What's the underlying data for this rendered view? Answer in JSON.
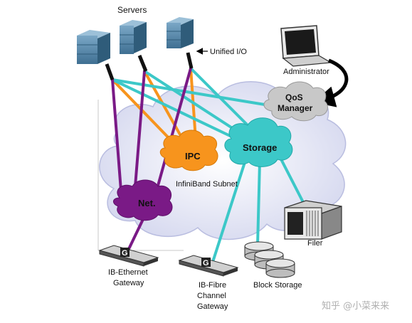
{
  "labels": {
    "servers": "Servers",
    "unified_io": "Unified I/O",
    "administrator": "Administrator",
    "qos_line1": "QoS",
    "qos_line2": "Manager",
    "ipc": "IPC",
    "storage": "Storage",
    "subnet": "InfiniBand Subnet",
    "net": "Net.",
    "filer": "Filer",
    "ib_ethernet_line1": "IB-Ethernet",
    "ib_ethernet_line2": "Gateway",
    "ib_fibre_line1": "IB-Fibre",
    "ib_fibre_line2": "Channel",
    "ib_fibre_line3": "Gateway",
    "block_storage": "Block Storage",
    "gateway_badge": "G",
    "watermark": "知乎 @小菜来来"
  },
  "colors": {
    "ipc": "#f7941d",
    "storage": "#3cc8c8",
    "net": "#7a1a86",
    "cable": "#111111",
    "cloud": "#dfe1f3",
    "qos_cloud": "#c8c8c8",
    "server": "#5c8fb0"
  }
}
